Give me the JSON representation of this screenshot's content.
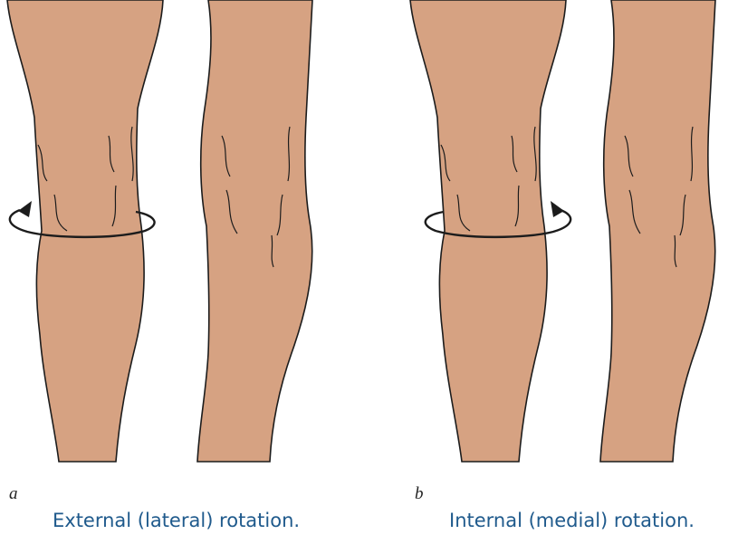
{
  "colors": {
    "skin": "#d6a282",
    "outline": "#1c1c1c",
    "caption_text": "#1f5a8c"
  },
  "panels": [
    {
      "letter": "a",
      "caption": "External (lateral) rotation.",
      "rotation_arrow_direction": "clockwise-from-front"
    },
    {
      "letter": "b",
      "caption": "Internal (medial) rotation.",
      "rotation_arrow_direction": "counterclockwise-from-front"
    }
  ]
}
